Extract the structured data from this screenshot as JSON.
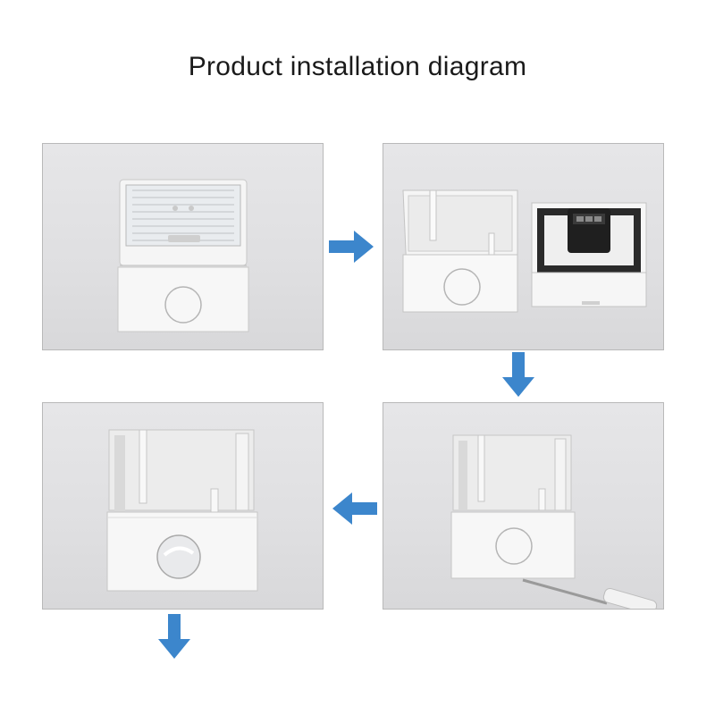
{
  "title": "Product installation diagram",
  "steps": [
    {
      "id": "step-1",
      "content": "assembled-waterproof-socket-box"
    },
    {
      "id": "step-2",
      "content": "cover-and-base-separated"
    },
    {
      "id": "step-3",
      "content": "base-box-with-knockout"
    },
    {
      "id": "step-4",
      "content": "knockout-removed"
    }
  ],
  "arrows": [
    "right-arrow",
    "down-arrow",
    "left-arrow",
    "down-arrow"
  ],
  "colors": {
    "arrow": "#3c86cc",
    "box": "#f4f4f4",
    "panel_bg": "#e2e2e4",
    "panel_border": "#b9b9b9"
  }
}
